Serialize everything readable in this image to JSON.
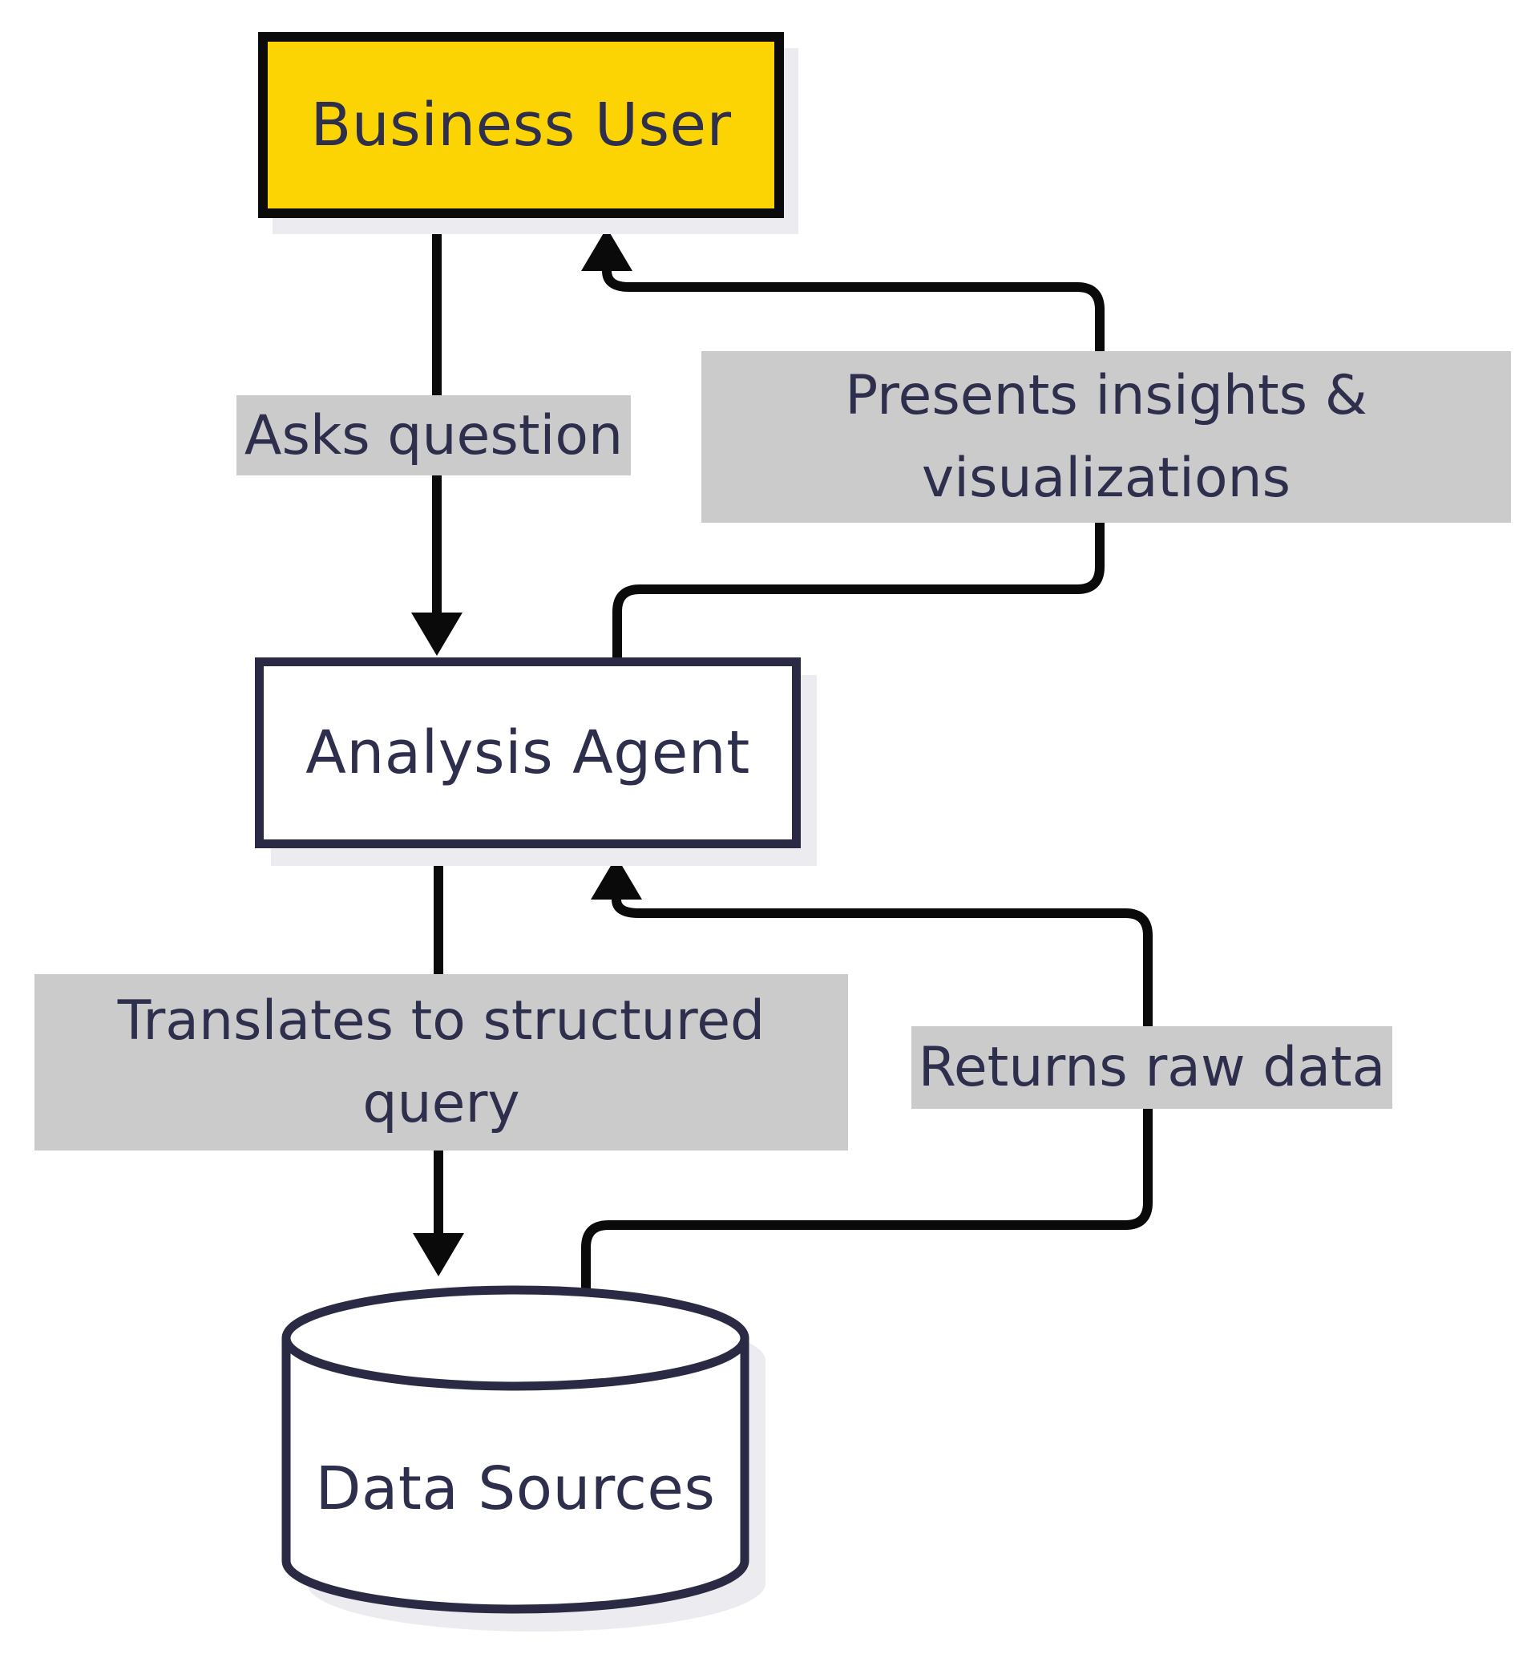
{
  "diagram": {
    "title": "Business user analysis flow",
    "colors": {
      "background": "#ffffff",
      "node_yellow_fill": "#fcd404",
      "node_yellow_border": "#0b0b0b",
      "node_white_fill": "#ffffff",
      "node_navy_border": "#2a2a44",
      "text_navy": "#2e2e4d",
      "edge_stroke": "#0a0a0a",
      "edge_label_bg": "#cbcbcb",
      "shadow": "#ececf0"
    },
    "nodes": [
      {
        "id": "business-user",
        "label": "Business User",
        "shape": "rectangle",
        "fill": "#fcd404"
      },
      {
        "id": "analysis-agent",
        "label": "Analysis Agent",
        "shape": "rectangle",
        "fill": "#ffffff"
      },
      {
        "id": "data-sources",
        "label": "Data Sources",
        "shape": "cylinder",
        "fill": "#ffffff"
      }
    ],
    "edges": [
      {
        "id": "asks-question",
        "label": "Asks question",
        "from": "business-user",
        "to": "analysis-agent"
      },
      {
        "id": "presents-insights",
        "label": "Presents insights & visualizations",
        "from": "analysis-agent",
        "to": "business-user"
      },
      {
        "id": "translates-query",
        "label": "Translates to structured query",
        "from": "analysis-agent",
        "to": "data-sources"
      },
      {
        "id": "returns-raw-data",
        "label": "Returns raw data",
        "from": "data-sources",
        "to": "analysis-agent"
      }
    ]
  }
}
